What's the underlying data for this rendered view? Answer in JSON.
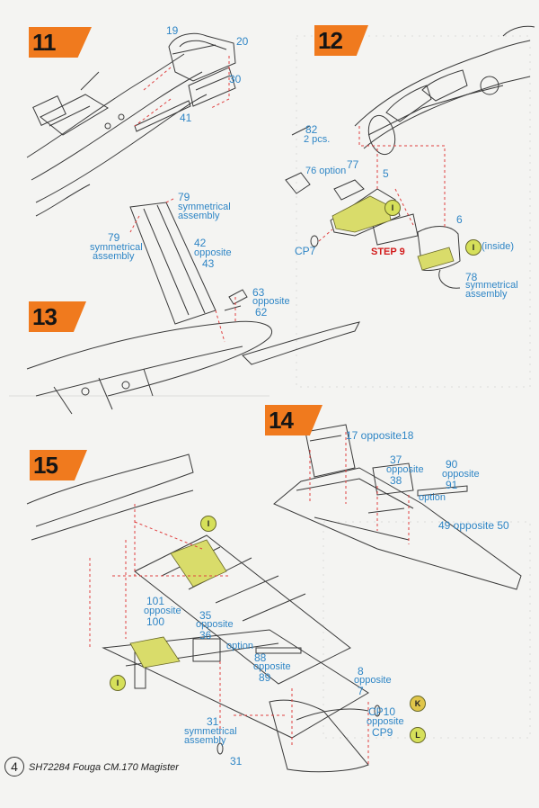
{
  "steps": {
    "s11": "11",
    "s12": "12",
    "s13": "13",
    "s14": "14",
    "s15": "15"
  },
  "labels11": {
    "p19": "19",
    "p20": "20",
    "p30": "30",
    "p41": "41"
  },
  "labels12": {
    "p82": "82",
    "p82_qty": "2 pcs.",
    "p76": "76 option",
    "p77": "77",
    "p5": "5",
    "pCP7": "CP7",
    "p6": "6",
    "inside": "(inside)",
    "p78": "78",
    "p78_note": "symmetrical",
    "p78_note2": "assembly",
    "step_ref": "STEP 9"
  },
  "labels13": {
    "p79a": "79",
    "p79a_n1": "symmetrical",
    "p79a_n2": "assembly",
    "p79b": "79",
    "p79b_n1": "symmetrical",
    "p79b_n2": "assembly",
    "p42": "42",
    "p42_opp": "opposite",
    "p43": "43",
    "p63": "63",
    "p63_opp": "opposite",
    "p62": "62"
  },
  "labels14": {
    "p17": "17 opposite18",
    "p37": "37",
    "p37_opp": "opposite",
    "p38": "38",
    "p90": "90",
    "p90_opp": "opposite",
    "p91": "91",
    "option": "option",
    "p49": "49 opposite 50"
  },
  "labels15": {
    "p101": "101",
    "p101_opp": "opposite",
    "p100": "100",
    "p35": "35",
    "p35_opp": "opposite",
    "p36": "36",
    "option": "option",
    "p88": "88",
    "p88_opp": "opposite",
    "p89": "89",
    "p8": "8",
    "p8_opp": "opposite",
    "p7": "7",
    "pCP10": "CP10",
    "pCP10_opp": "opposite",
    "pCP9": "CP9",
    "p31a": "31",
    "p31_n1": "symmetrical",
    "p31_n2": "assembly",
    "p31b": "31"
  },
  "paint": {
    "i": "I",
    "k": "K",
    "l": "L"
  },
  "footer": {
    "page_number": "4",
    "kit_title": "SH72284 Fouga CM.170 Magister"
  },
  "colors": {
    "step_badge": "#f07a1e",
    "label_blue": "#2f86c6",
    "guide_red": "#e04040",
    "part_yellow": "#d9dc6a",
    "line_dark": "#3a3a3a"
  }
}
